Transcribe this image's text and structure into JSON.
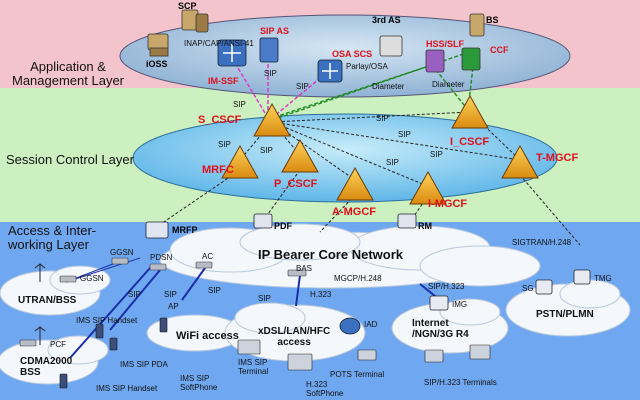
{
  "layers": {
    "application": "Application &\nManagement Layer",
    "session": "Session Control Layer",
    "access": "Access & Inter-\nworking Layer"
  },
  "colors": {
    "app_band": "#f4c4cc",
    "session_band": "#cdf0c0",
    "access_band": "#6fa8f0",
    "app_ellipse": "#a9c4df",
    "session_ellipse": "#9fd0f0",
    "node_red": "#e0101a",
    "triangle_fill": "#f2b020"
  },
  "app_layer": {
    "scp": "SCP",
    "third_as": "3rd AS",
    "bs": "BS",
    "inap": "INAP/CAP/ANSI-41",
    "sip_as": "SIP AS",
    "ioss": "iOSS",
    "osa_scs": "OSA SCS",
    "parlay": "Parlay/OSA",
    "hss_slf": "HSS/SLF",
    "ccf": "CCF",
    "im_ssf": "IM-SSF",
    "sip_a": "SIP",
    "sip_b": "SIP",
    "diameter_a": "Diameter",
    "diameter_b": "Diameter"
  },
  "session_layer": {
    "s_cscf": "S_CSCF",
    "i_cscf": "I_CSCF",
    "mrfc": "MRFC",
    "p_cscf": "P_CSCF",
    "a_mgcf": "A-MGCF",
    "i_mgcf": "I-MGCF",
    "t_mgcf": "T-MGCF",
    "sip_1": "SIP",
    "sip_2": "SIP",
    "sip_3": "SIP",
    "sip_4": "SIP",
    "sip_5": "SIP",
    "sip_6": "SIP",
    "sip_7": "SIP"
  },
  "access_layer": {
    "mrfp": "MRFP",
    "pdf": "PDF",
    "rm": "RM",
    "core": "IP Bearer Core Network",
    "sigtran": "SIGTRAN/H.248",
    "ggsn_a": "GGSN",
    "ggsn_b": "GGSN",
    "pdsn": "PDSN",
    "ac": "AC",
    "utran": "UTRAN/BSS",
    "sip_1": "SIP",
    "sip_2": "SIP",
    "sip_3": "SIP",
    "sip_4": "SIP",
    "bas": "BAS",
    "mgcp": "MGCP/H.248",
    "h323_a": "H.323",
    "sip_h323": "SIP/H.323",
    "img": "IMG",
    "sg": "SG",
    "tmg": "TMG",
    "ims_handset_1": "IMS SIP Handset",
    "ap": "AP",
    "wifi": "WiFi access",
    "pcf": "PCF",
    "cdma": "CDMA2000\nBSS",
    "ims_pda": "IMS SIP PDA",
    "ims_handset_2": "IMS SIP Handset",
    "ims_softphone": "IMS SIP\nSoftPhone",
    "xdsl": "xDSL/LAN/HFC\naccess",
    "iad": "IAD",
    "ims_terminal": "IMS SIP\nTerminal",
    "pots": "POTS Terminal",
    "h323_soft": "H.323\nSoftPhone",
    "internet": "Internet\n/NGN/3G R4",
    "pstn": "PSTN/PLMN",
    "sip_h323_terminals": "SIP/H.323 Terminals"
  }
}
